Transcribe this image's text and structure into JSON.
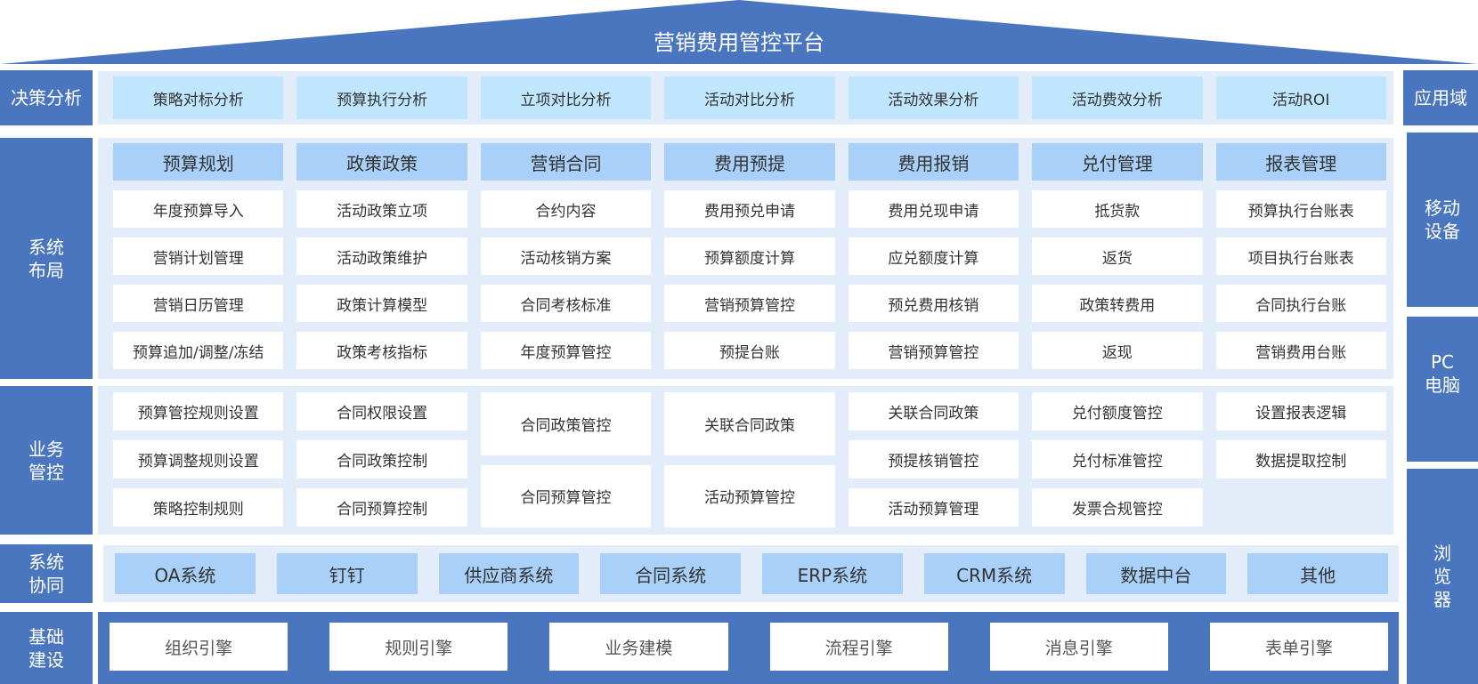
{
  "title": "营销费用管控平台",
  "rows": {
    "decision": "决策分析",
    "layout": "系统\n布局",
    "control": "业务\n管控",
    "sync": "系统\n协同",
    "base": "基础\n建设"
  },
  "right": {
    "domain": "应用域",
    "mobile": "移动\n设备",
    "pc": "PC\n电脑",
    "browser": "浏\n览\n器"
  },
  "decision": [
    "策略对标分析",
    "预算执行分析",
    "立项对比分析",
    "活动对比分析",
    "活动效果分析",
    "活动费效分析",
    "活动ROI"
  ],
  "layout": [
    {
      "header": "预算规划",
      "items": [
        "年度预算导入",
        "营销计划管理",
        "营销日历管理",
        "预算追加/调整/冻结"
      ]
    },
    {
      "header": "政策政策",
      "items": [
        "活动政策立项",
        "活动政策维护",
        "政策计算模型",
        "政策考核指标"
      ]
    },
    {
      "header": "营销合同",
      "items": [
        "合约内容",
        "活动核销方案",
        "合同考核标准",
        "年度预算管控"
      ]
    },
    {
      "header": "费用预提",
      "items": [
        "费用预兑申请",
        "预算额度计算",
        "营销预算管控",
        "预提台账"
      ]
    },
    {
      "header": "费用报销",
      "items": [
        "费用兑现申请",
        "应兑额度计算",
        "预兑费用核销",
        "营销预算管控"
      ]
    },
    {
      "header": "兑付管理",
      "items": [
        "抵货款",
        "返货",
        "政策转费用",
        "返现"
      ]
    },
    {
      "header": "报表管理",
      "items": [
        "预算执行台账表",
        "项目执行台账表",
        "合同执行台账",
        "营销费用台账"
      ]
    }
  ],
  "control": [
    [
      "预算管控规则设置",
      "预算调整规则设置",
      "策略控制规则"
    ],
    [
      "合同权限设置",
      "合同政策控制",
      "合同预算控制"
    ],
    [
      "合同政策管控",
      "合同预算管控"
    ],
    [
      "关联合同政策",
      "活动预算管控"
    ],
    [
      "关联合同政策",
      "预提核销管控",
      "活动预算管理"
    ],
    [
      "兑付额度管控",
      "兑付标准管控",
      "发票合规管控"
    ],
    [
      "设置报表逻辑",
      "数据提取控制"
    ]
  ],
  "sync": [
    "OA系统",
    "钉钉",
    "供应商系统",
    "合同系统",
    "ERP系统",
    "CRM系统",
    "数据中台",
    "其他"
  ],
  "base": [
    "组织引擎",
    "规则引擎",
    "业务建模",
    "流程引擎",
    "消息引擎",
    "表单引擎"
  ]
}
